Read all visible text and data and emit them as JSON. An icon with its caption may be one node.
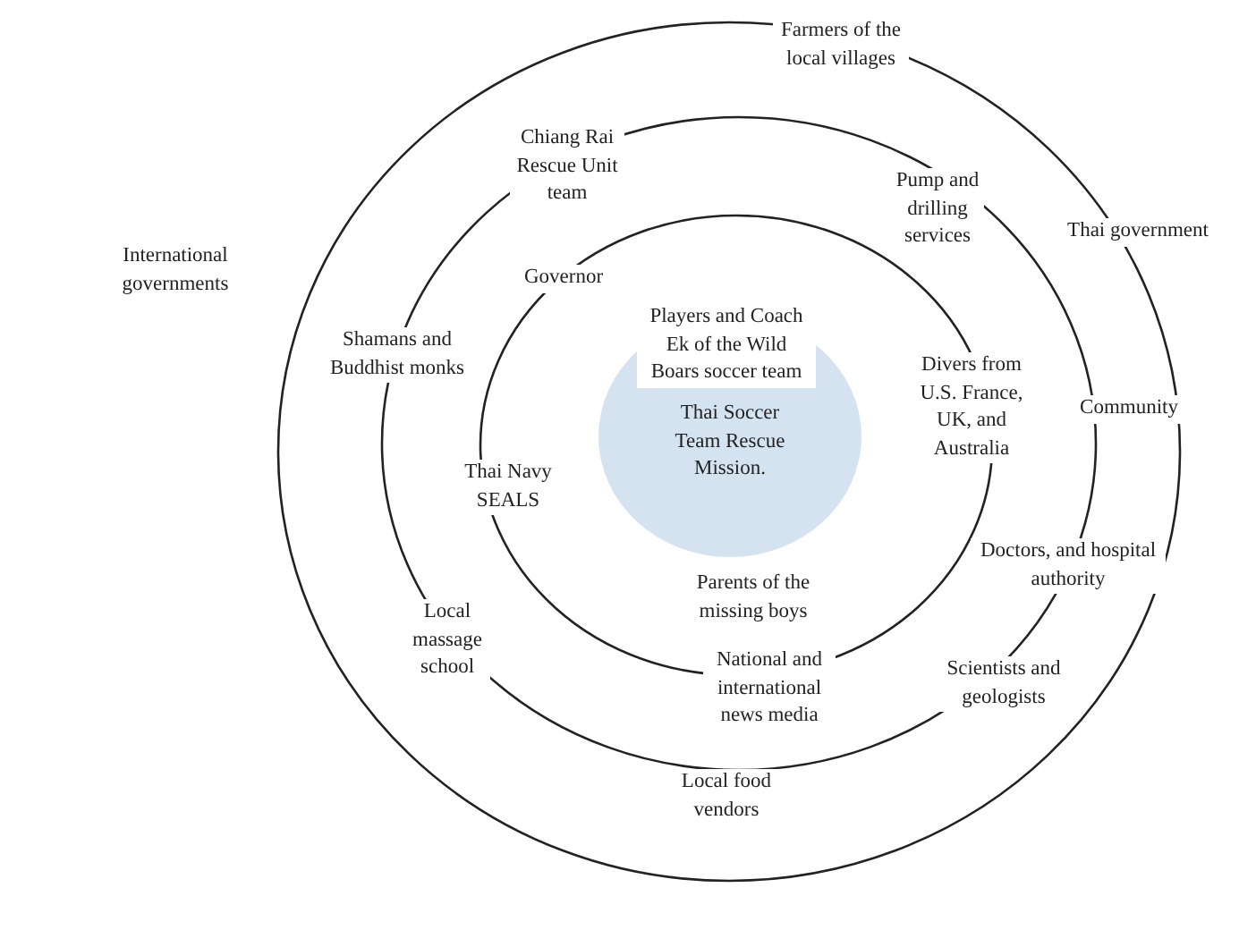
{
  "diagram": {
    "nodes": [
      {
        "text": [],
        "shape": "circle"
      },
      {
        "text": [],
        "shape": "circle",
        "in": 0
      },
      {
        "text": [],
        "shape": "circle",
        "in": 1
      },
      {
        "text": [
          "Thai Soccer Team Rescue Mission."
        ],
        "in": 2
      }
    ],
    "labels": [
      "Farmers of the local villages",
      "Chiang Rai Rescue Unit team",
      "Pump and drilling services",
      "Thai government",
      "International governments",
      "Governor",
      "Shamans and Buddhist monks",
      "Players and Coach Ek of the Wild Boars soccer team",
      "Divers from U.S. France, UK, and Australia",
      "Community",
      "Thai Navy SEALS",
      "Doctors, and hospital authority",
      "Parents of the missing boys",
      "Local massage school",
      "National and international news media",
      "Scientists and geologists",
      "Local food vendors"
    ]
  }
}
